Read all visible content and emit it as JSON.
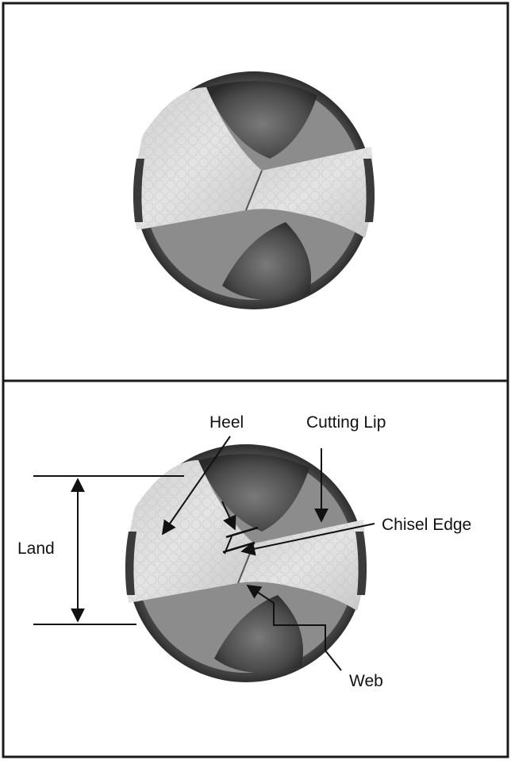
{
  "figure": {
    "panels": [
      {
        "name": "drill-tip-photo"
      },
      {
        "name": "drill-tip-annotated"
      }
    ],
    "labels": {
      "heel": "Heel",
      "cutting_lip": "Cutting Lip",
      "chisel_edge": "Chisel Edge",
      "land": "Land",
      "web": "Web"
    },
    "colors": {
      "frame": "#1a1a1a",
      "line": "#111111",
      "rim_dark": "#3c3c3c",
      "rim_mid": "#777777",
      "face_light": "#d9d9d9",
      "flute_dark": "#4a4a4a"
    }
  }
}
